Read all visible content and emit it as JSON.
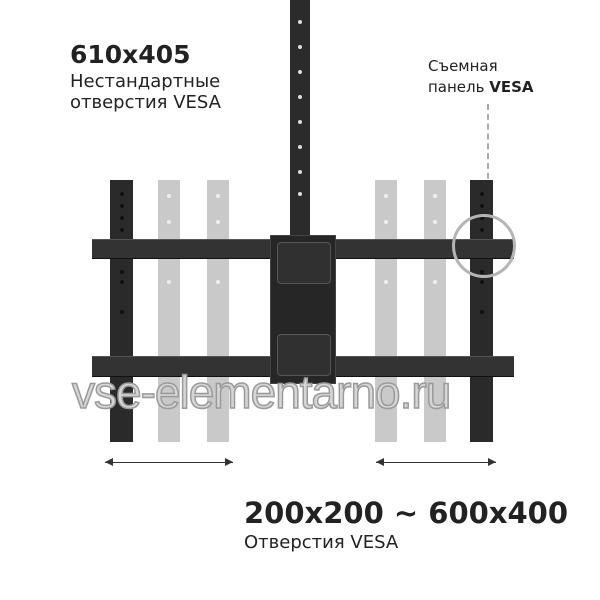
{
  "top_left": {
    "size": "610x405",
    "line1": "Нестандартные",
    "line2": "отверстия VESA"
  },
  "top_right": {
    "line1": "Съемная",
    "line2_prefix": "панель ",
    "line2_bold": "VESA"
  },
  "bottom": {
    "range": "200x200 ~ 600x400",
    "label": "Отверстия VESA"
  },
  "watermark": "vse-elementarno.ru",
  "colors": {
    "mount": "#2a2a2a",
    "ghost": "#c9c9c9",
    "highlight": "#b5b5b5"
  }
}
